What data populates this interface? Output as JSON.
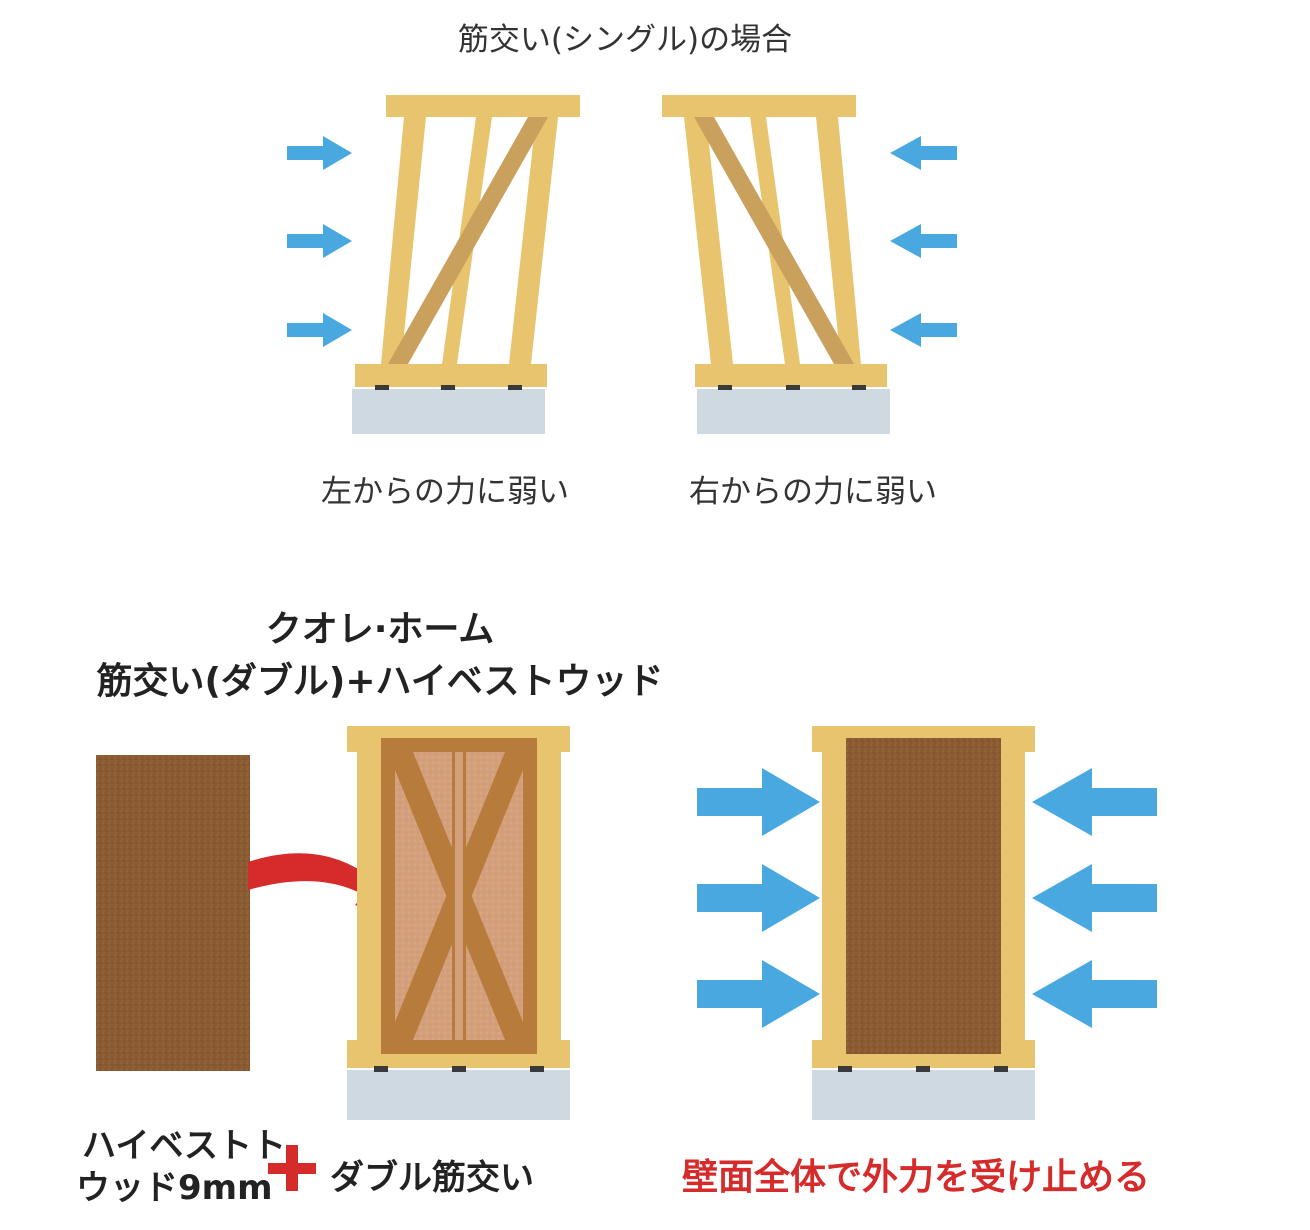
{
  "texts": {
    "title_single": "筋交い(シングル)の場合",
    "caption_left": "左からの力に弱い",
    "caption_right": "右からの力に弱い",
    "title_brand": "クオレ·ホーム",
    "title_double": "筋交い(ダブル)+ハイベストウッド",
    "label_hibest_line1": "ハイベストト",
    "label_hibest_line2": "ウッド9mm",
    "label_double": "ダブル筋交い",
    "label_result": "壁面全体で外力を受け止める"
  },
  "colors": {
    "timber": "#e8c46e",
    "brace": "#c9a05c",
    "foundation": "#cfd9e1",
    "arrow_blue": "#4aa8e0",
    "board_brown": "#8a5a32",
    "curved_arrow_red": "#d62b2b",
    "plus_red": "#d62b2b",
    "result_text": "#d62b2b"
  }
}
